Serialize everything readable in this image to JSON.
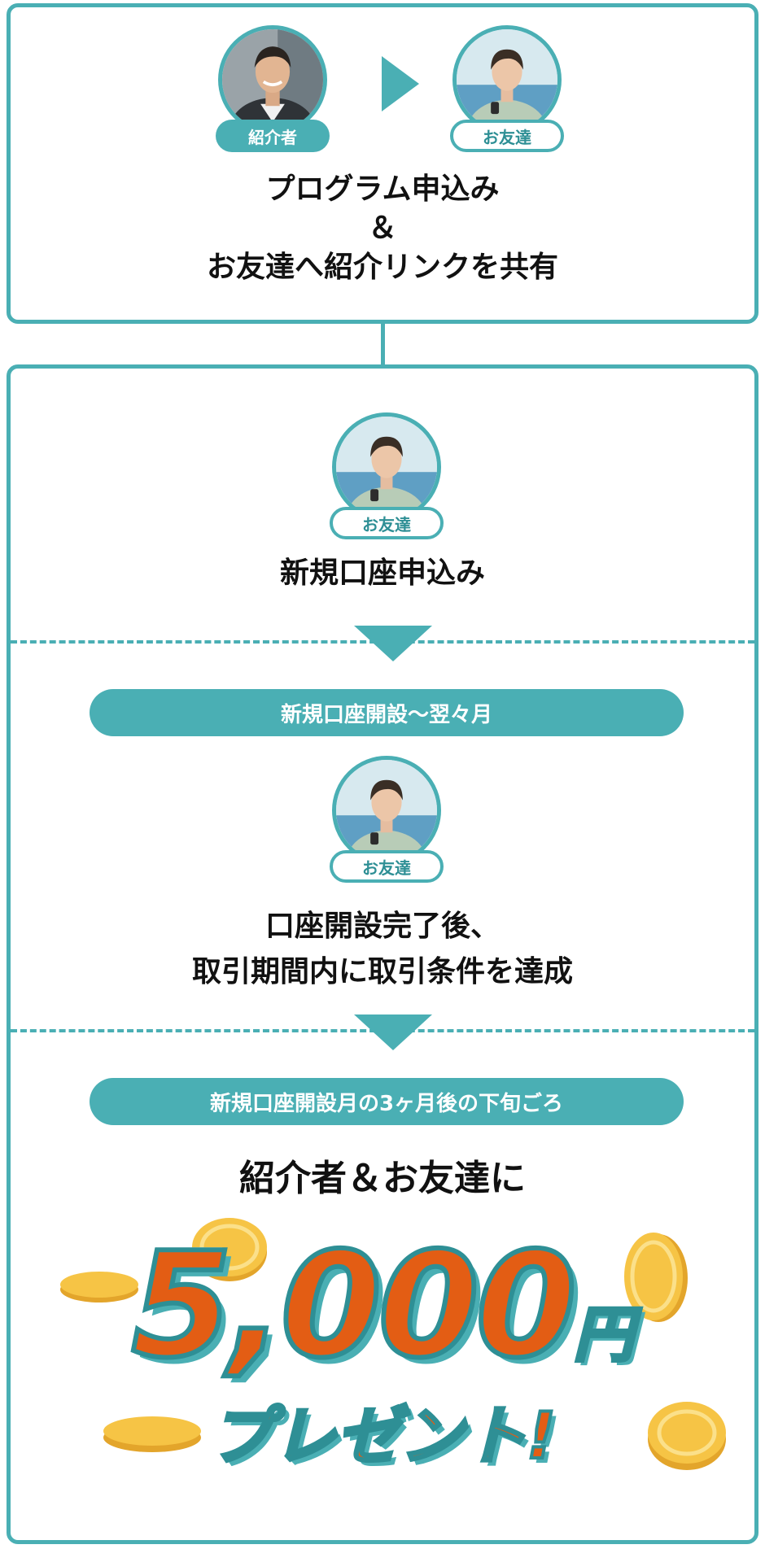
{
  "step1": {
    "referrer_label": "紹介者",
    "friend_label": "お友達",
    "line1": "プログラム申込み",
    "line2": "＆",
    "line3": "お友達へ紹介リンクを共有"
  },
  "step2": {
    "friend_label": "お友達",
    "text": "新規口座申込み"
  },
  "step3": {
    "period": "新規口座開設〜翌々月",
    "friend_label": "お友達",
    "line1": "口座開設完了後、",
    "line2": "取引期間内に取引条件を達成"
  },
  "step4": {
    "period": "新規口座開設月の3ヶ月後の下旬ごろ",
    "recipients": "紹介者＆お友達に",
    "amount": "5,000",
    "unit": "円",
    "present": "プレゼント!"
  },
  "colors": {
    "teal": "#4aafb4",
    "orange": "#e35d14",
    "gold": "#f6c445"
  }
}
